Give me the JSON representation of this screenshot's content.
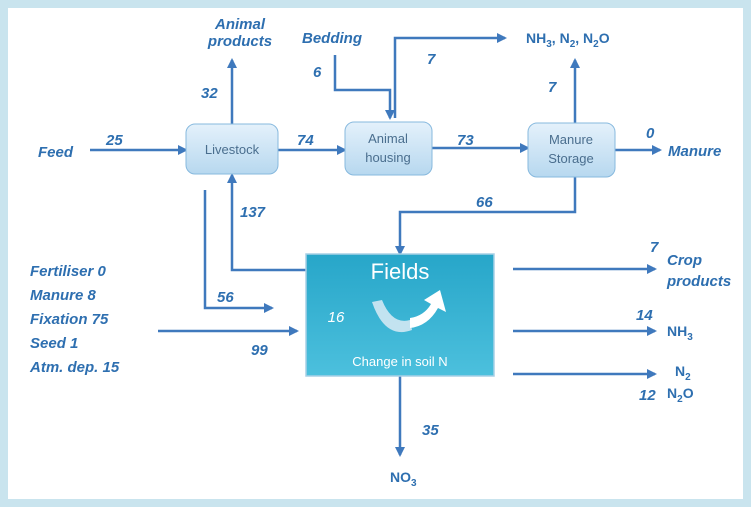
{
  "nodes": {
    "livestock": "Livestock",
    "housing_line1": "Animal",
    "housing_line2": "housing",
    "storage_line1": "Manure",
    "storage_line2": "Storage",
    "fields": "Fields",
    "soil_change_label": "Change in soil N",
    "soil_change_value": "16"
  },
  "labels": {
    "feed": "Feed",
    "animal_products_1": "Animal",
    "animal_products_2": "products",
    "bedding": "Bedding",
    "manure_out": "Manure",
    "crop_products_1": "Crop",
    "crop_products_2": "products",
    "inputs": [
      "Fertiliser 0",
      "Manure 8",
      "Fixation 75",
      "Seed 1",
      "Atm. dep. 15"
    ]
  },
  "gases": {
    "top_a": "NH",
    "top_a_sub": "3",
    "top_b": ", N",
    "top_b_sub": "2",
    "top_c": ", N",
    "top_c_sub": "2",
    "top_d": "O",
    "nh3": "NH",
    "nh3_sub": "3",
    "n2": "N",
    "n2_sub": "2",
    "n2o_a": "N",
    "n2o_sub": "2",
    "n2o_b": "O",
    "no3": "NO",
    "no3_sub": "3"
  },
  "flows": {
    "feed_in": "25",
    "animal_products": "32",
    "livestock_to_housing": "74",
    "bedding": "6",
    "housing_to_gas": "7",
    "housing_to_storage": "73",
    "storage_to_gas": "7",
    "manure_export": "0",
    "storage_to_fields": "66",
    "fields_to_livestock": "137",
    "livestock_to_fields": "56",
    "inputs_total": "99",
    "crop_products": "7",
    "nh3_loss": "14",
    "n2_n2o_loss": "12",
    "no3_leach": "35"
  }
}
